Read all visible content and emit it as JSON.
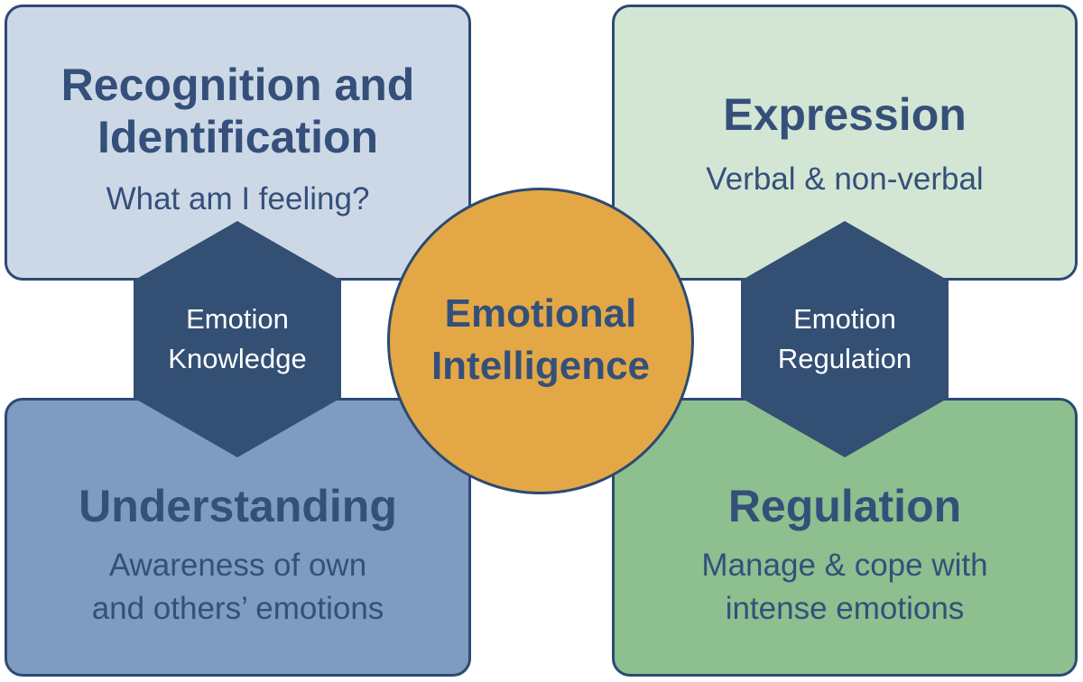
{
  "center": {
    "line1": "Emotional",
    "line2": "Intelligence"
  },
  "quadrants": {
    "top_left": {
      "title_line1": "Recognition and",
      "title_line2": "Identification",
      "subtitle": "What am I feeling?"
    },
    "top_right": {
      "title": "Expression",
      "subtitle": "Verbal & non-verbal"
    },
    "bottom_left": {
      "title": "Understanding",
      "subtitle_line1": "Awareness of own",
      "subtitle_line2": "and others’ emotions"
    },
    "bottom_right": {
      "title": "Regulation",
      "subtitle_line1": "Manage & cope with",
      "subtitle_line2": "intense emotions"
    }
  },
  "hexagons": {
    "left": {
      "line1": "Emotion",
      "line2": "Knowledge"
    },
    "right": {
      "line1": "Emotion",
      "line2": "Regulation"
    }
  },
  "colors": {
    "top_left_fill": "#cdd8e7",
    "bottom_left_fill": "#7f9bc0",
    "top_right_fill": "#d3e6d4",
    "bottom_right_fill": "#8dbf8f",
    "hexagon_fill": "#334f74",
    "center_fill": "#e3a845",
    "outline": "#2c4a73",
    "text": "#34507a"
  }
}
